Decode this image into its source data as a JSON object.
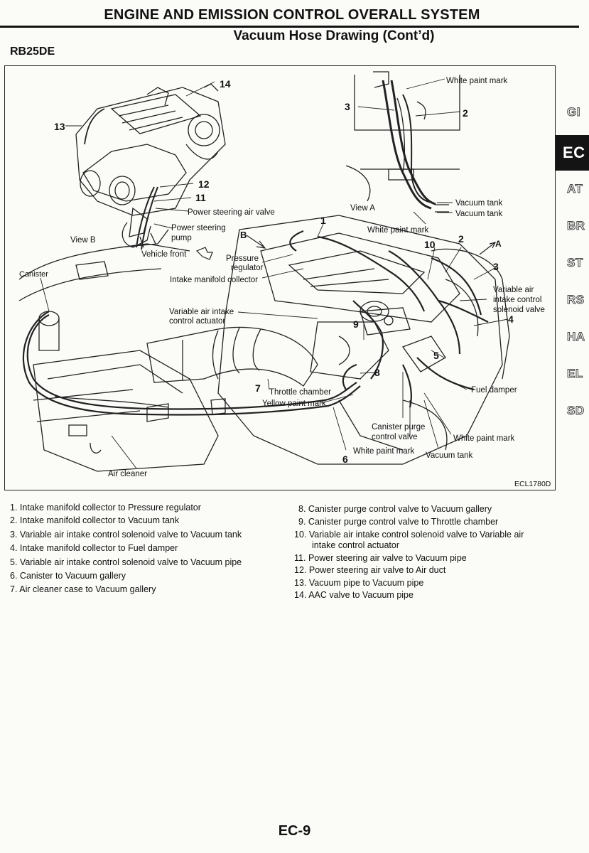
{
  "header": {
    "title": "ENGINE AND EMISSION CONTROL OVERALL SYSTEM",
    "subtitle": "Vacuum Hose Drawing (Cont’d)",
    "model": "RB25DE"
  },
  "side_tabs": [
    "GI",
    "EC",
    "AT",
    "BR",
    "ST",
    "RS",
    "HA",
    "EL",
    "SD"
  ],
  "diagram": {
    "code": "ECL1780D",
    "view_a": "View A",
    "view_b": "View B",
    "letter_a": "A",
    "letter_b": "B",
    "labels": {
      "white_paint_mark": "White paint mark",
      "vacuum_tank": "Vacuum tank",
      "power_steering_air_valve": "Power steering air valve",
      "power_steering_pump_1": "Power steering",
      "power_steering_pump_2": "pump",
      "vehicle_front": "Vehicle front",
      "pressure_regulator_1": "Pressure",
      "pressure_regulator_2": "regulator",
      "intake_manifold_collector": "Intake manifold collector",
      "canister": "Canister",
      "variable_air_intake_control_actuator_1": "Variable air intake",
      "variable_air_intake_control_actuator_2": "control actuator",
      "variable_air_solenoid_1": "Variable air",
      "variable_air_solenoid_2": "intake control",
      "variable_air_solenoid_3": "solenoid valve",
      "throttle_chamber": "Throttle chamber",
      "yellow_paint_mark": "Yellow paint mark",
      "fuel_damper": "Fuel damper",
      "canister_purge_control_valve_1": "Canister purge",
      "canister_purge_control_valve_2": "control valve",
      "air_cleaner": "Air cleaner"
    },
    "callouts": [
      "1",
      "2",
      "3",
      "4",
      "5",
      "6",
      "7",
      "8",
      "9",
      "10",
      "11",
      "12",
      "13",
      "14"
    ]
  },
  "legend": [
    {
      "num": "1.",
      "text": "Intake manifold collector to Pressure regulator"
    },
    {
      "num": "2.",
      "text": "Intake manifold collector to Vacuum tank"
    },
    {
      "num": "3.",
      "text": "Variable air intake control solenoid valve to Vacuum tank"
    },
    {
      "num": "4.",
      "text": "Intake manifold collector to Fuel damper"
    },
    {
      "num": "5.",
      "text": "Variable air intake control solenoid valve to Vacuum pipe"
    },
    {
      "num": "6.",
      "text": "Canister to Vacuum gallery"
    },
    {
      "num": "7.",
      "text": "Air cleaner case to Vacuum gallery"
    },
    {
      "num": "8.",
      "text": "Canister purge control valve to Vacuum gallery"
    },
    {
      "num": "9.",
      "text": "Canister purge control valve to Throttle chamber"
    },
    {
      "num": "10.",
      "text": "Variable air intake control solenoid valve to Variable air"
    },
    {
      "num": "",
      "text": "intake control actuator"
    },
    {
      "num": "11.",
      "text": "Power steering air valve to Vacuum pipe"
    },
    {
      "num": "12.",
      "text": "Power steering air valve to Air duct"
    },
    {
      "num": "13.",
      "text": "Vacuum pipe to Vacuum pipe"
    },
    {
      "num": "14.",
      "text": "AAC valve to Vacuum pipe"
    }
  ],
  "footer": {
    "page": "EC-9"
  }
}
